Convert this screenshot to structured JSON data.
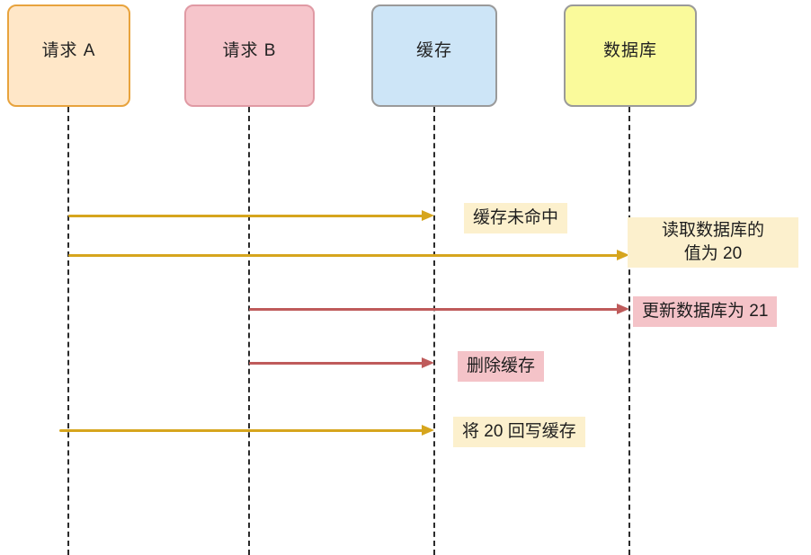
{
  "diagram": {
    "type": "sequence-diagram",
    "topic": "cache-database-consistency"
  },
  "colors": {
    "gold_arrow": "#d6a51d",
    "red_arrow": "#bf5b5b",
    "yellow_label_bg": "#fcf0cd",
    "pink_label_bg": "#f4c3c8",
    "lifeline": "#2b2b2b"
  },
  "actors": [
    {
      "id": "request-a",
      "label": "请求 A",
      "fill": "#ffe7c8",
      "border": "#e8a33d"
    },
    {
      "id": "request-b",
      "label": "请求 B",
      "fill": "#f6c5cb",
      "border": "#e09aa4"
    },
    {
      "id": "cache",
      "label": "缓存",
      "fill": "#cde5f7",
      "border": "#9a9a9a"
    },
    {
      "id": "database",
      "label": "数据库",
      "fill": "#fafa9b",
      "border": "#9a9a9a"
    }
  ],
  "messages": [
    {
      "from": "request-a",
      "to": "cache",
      "label": "缓存未命中",
      "color": "#d6a51d",
      "label_bg": "#fcf0cd"
    },
    {
      "from": "request-a",
      "to": "database",
      "label": "读取数据库的\n值为 20",
      "color": "#d6a51d",
      "label_bg": "#fcf0cd"
    },
    {
      "from": "request-b",
      "to": "database",
      "label": "更新数据库为 21",
      "color": "#bf5b5b",
      "label_bg": "#f4c3c8"
    },
    {
      "from": "request-b",
      "to": "cache",
      "label": "删除缓存",
      "color": "#bf5b5b",
      "label_bg": "#f4c3c8"
    },
    {
      "from": "request-a",
      "to": "cache",
      "label": "将 20 回写缓存",
      "color": "#d6a51d",
      "label_bg": "#fcf0cd"
    }
  ]
}
